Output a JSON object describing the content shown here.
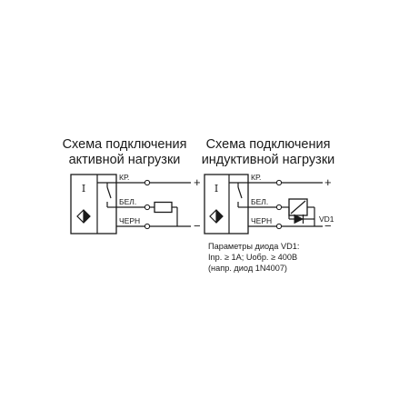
{
  "left": {
    "title_line1": "Схема подключения",
    "title_line2": "активной нагрузки",
    "sensor_symbol": "I",
    "wire_red": "КР.",
    "wire_white": "БЕЛ.",
    "wire_black": "ЧЕРН",
    "plus": "+",
    "minus": "−"
  },
  "right": {
    "title_line1": "Схема подключения",
    "title_line2": "индуктивной нагрузки",
    "sensor_symbol": "I",
    "wire_red": "КР.",
    "wire_white": "БЕЛ.",
    "wire_black": "ЧЕРН",
    "plus": "+",
    "minus": "−",
    "diode_label": "VD1",
    "params_line1": "Параметры диода VD1:",
    "params_line2": "Inp. ≥ 1A; Uобр. ≥ 400B",
    "params_line3": "(напр. диод 1N4007)"
  }
}
